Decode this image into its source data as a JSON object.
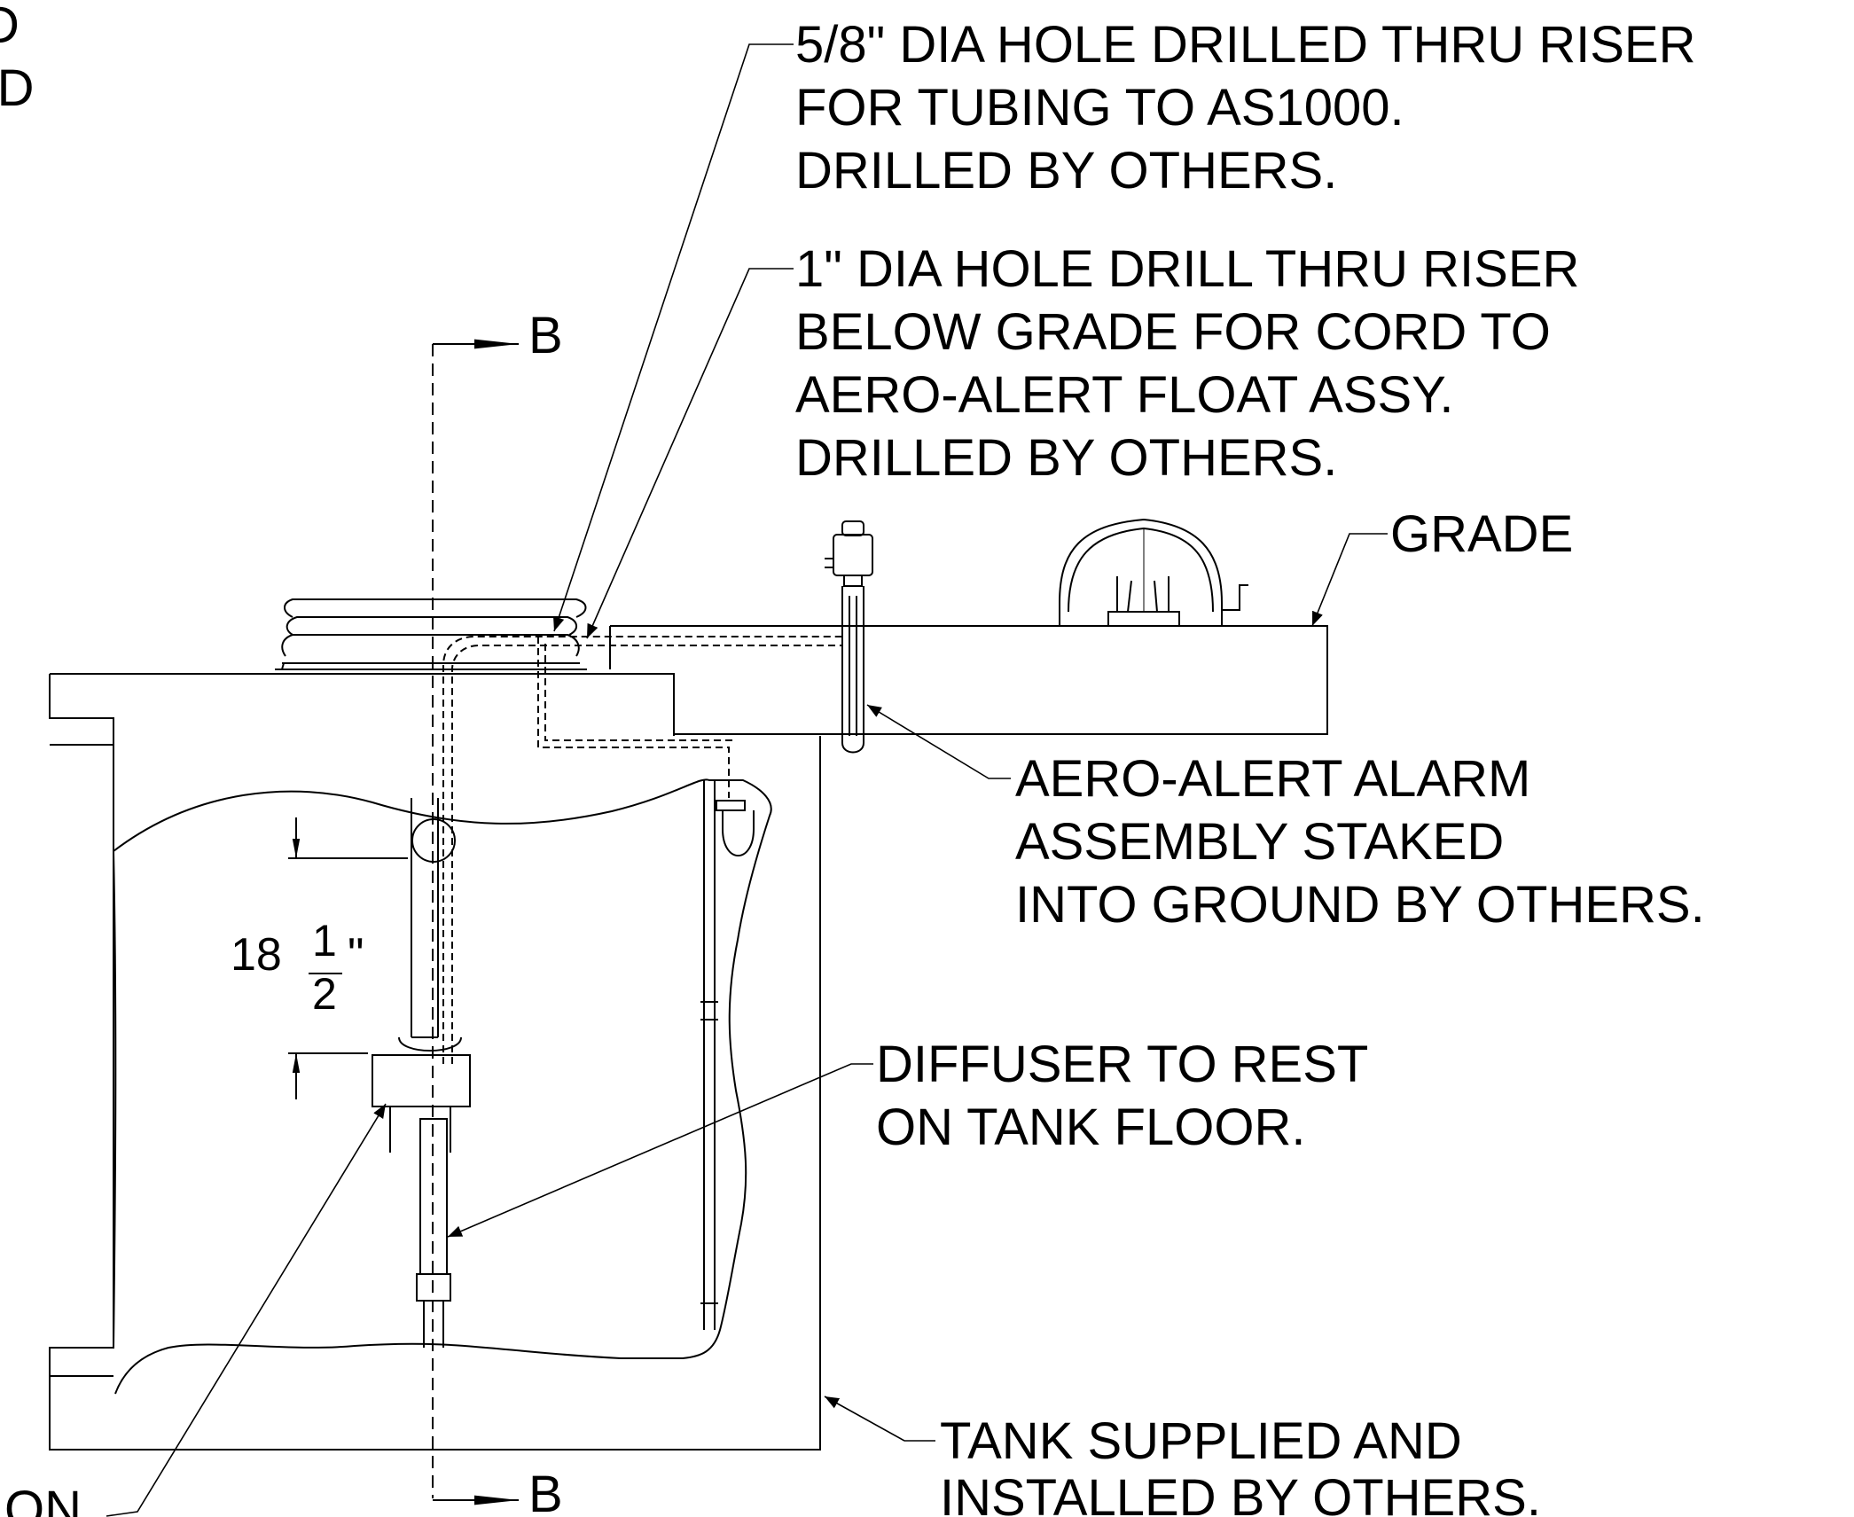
{
  "callouts": {
    "hole_5_8": [
      "5/8\" DIA HOLE DRILLED THRU RISER",
      "FOR TUBING TO AS1000.",
      "DRILLED BY OTHERS."
    ],
    "hole_1": [
      "1\" DIA HOLE DRILL THRU RISER",
      "BELOW GRADE FOR CORD TO",
      "AERO-ALERT FLOAT ASSY.",
      "DRILLED BY OTHERS."
    ],
    "grade": "GRADE",
    "alarm": [
      "AERO-ALERT ALARM",
      "ASSEMBLY STAKED",
      "INTO GROUND BY OTHERS."
    ],
    "diffuser": [
      "DIFFUSER TO REST",
      "ON TANK FLOOR."
    ],
    "tank": [
      "TANK SUPPLIED AND",
      "INSTALLED BY OTHERS."
    ],
    "cut_left_top": [
      "D",
      "ED"
    ],
    "cut_left_bottom": "ON"
  },
  "section": {
    "label_top": "B",
    "label_bottom": "B"
  },
  "dimension": {
    "whole": "18",
    "numerator": "1",
    "denominator": "2",
    "unit": "\""
  }
}
